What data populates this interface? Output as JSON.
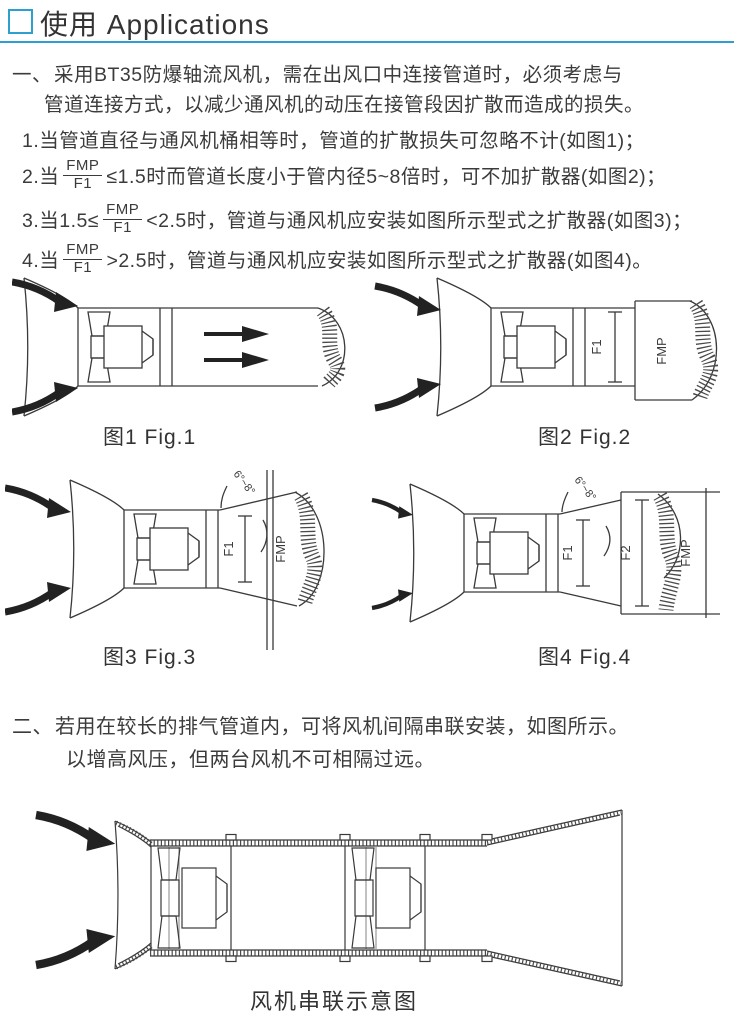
{
  "header": {
    "title": "使用 Applications"
  },
  "colors": {
    "accent": "#2d9fd0",
    "text": "#3b3b3b",
    "line": "#3a3a3a"
  },
  "section1": {
    "marker": "一、",
    "lines": [
      "采用BT35防爆轴流风机，需在出风口中连接管道时，必须考虑与",
      "管道连接方式，以减少通风机的动压在接管段因扩散而造成的损失。"
    ],
    "items": [
      {
        "text": "1.当管道直径与通风机桶相等时，管道的扩散损失可忽略不计(如图1)；"
      },
      {
        "pre": "2.当",
        "num": "FMP",
        "den": "F1",
        "post": "≤1.5时而管道长度小于管内径5~8倍时，可不加扩散器(如图2)；"
      },
      {
        "pre": "3.当1.5≤",
        "num": "FMP",
        "den": "F1",
        "post": "<2.5时，管道与通风机应安装如图所示型式之扩散器(如图3)；"
      },
      {
        "pre": "4.当",
        "num": "FMP",
        "den": "F1",
        "post": ">2.5时，管道与通风机应安装如图所示型式之扩散器(如图4)。"
      }
    ]
  },
  "figures": {
    "fig1": {
      "caption": "图1 Fig.1"
    },
    "fig2": {
      "caption": "图2 Fig.2",
      "labels": {
        "f1": "F1",
        "fmp": "FMP"
      }
    },
    "fig3": {
      "caption": "图3 Fig.3",
      "labels": {
        "f1": "F1",
        "fmp": "FMP",
        "angle": "6°~8°"
      }
    },
    "fig4": {
      "caption": "图4 Fig.4",
      "labels": {
        "f1": "F1",
        "f2": "F2",
        "fmp": "FMP",
        "angle": "6°~8°"
      }
    }
  },
  "section2": {
    "marker": "二、",
    "lines": [
      "若用在较长的排气管道内，可将风机间隔串联安装，如图所示。",
      "以增高风压，但两台风机不可相隔过远。"
    ]
  },
  "serial_diagram": {
    "caption": "风机串联示意图"
  }
}
